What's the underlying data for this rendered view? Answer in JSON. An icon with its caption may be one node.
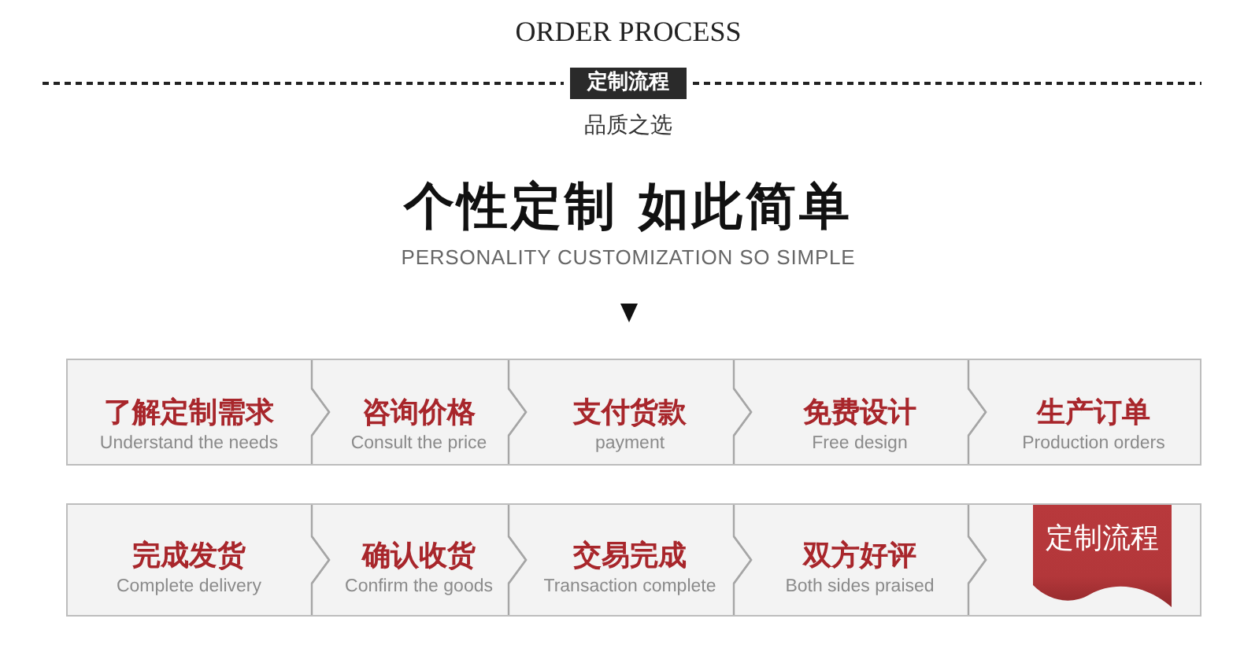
{
  "diagram": {
    "title": "ORDER PROCESS",
    "nodes": [
      {
        "text": [
          "了解定制需求",
          "Understand the needs"
        ]
      },
      {
        "text": [
          "咨询价格",
          "Consult the price"
        ]
      },
      {
        "text": [
          "支付货款",
          "payment"
        ]
      },
      {
        "text": [
          "免费设计",
          "Free design"
        ]
      },
      {
        "text": [
          "生产订单",
          "Production orders"
        ]
      },
      {
        "text": [
          "完成发货",
          "Complete delivery"
        ]
      },
      {
        "text": [
          "确认收货",
          "Confirm the goods"
        ]
      },
      {
        "text": [
          "交易完成",
          "Transaction complete"
        ]
      },
      {
        "text": [
          "双方好评",
          "Both sides praised"
        ]
      },
      {
        "text": [],
        "shape": "box"
      },
      {
        "text": [
          "定制流程"
        ],
        "in": 9
      }
    ],
    "edges": [
      {
        "from": 0,
        "to": 1,
        "arrow": "to"
      },
      {
        "from": 1,
        "to": 2,
        "arrow": "to"
      },
      {
        "from": 2,
        "to": 3,
        "arrow": "to"
      },
      {
        "from": 3,
        "to": 4,
        "arrow": "to"
      },
      {
        "from": 5,
        "to": 6,
        "arrow": "to"
      },
      {
        "from": 6,
        "to": 7,
        "arrow": "to"
      },
      {
        "from": 7,
        "to": 8,
        "arrow": "to"
      },
      {
        "from": 8,
        "to": 9,
        "arrow": "to"
      }
    ],
    "labels": [
      "定制流程",
      "品质之选",
      "个性定制 如此简单",
      "PERSONALITY CUSTOMIZATION SO SIMPLE"
    ]
  }
}
